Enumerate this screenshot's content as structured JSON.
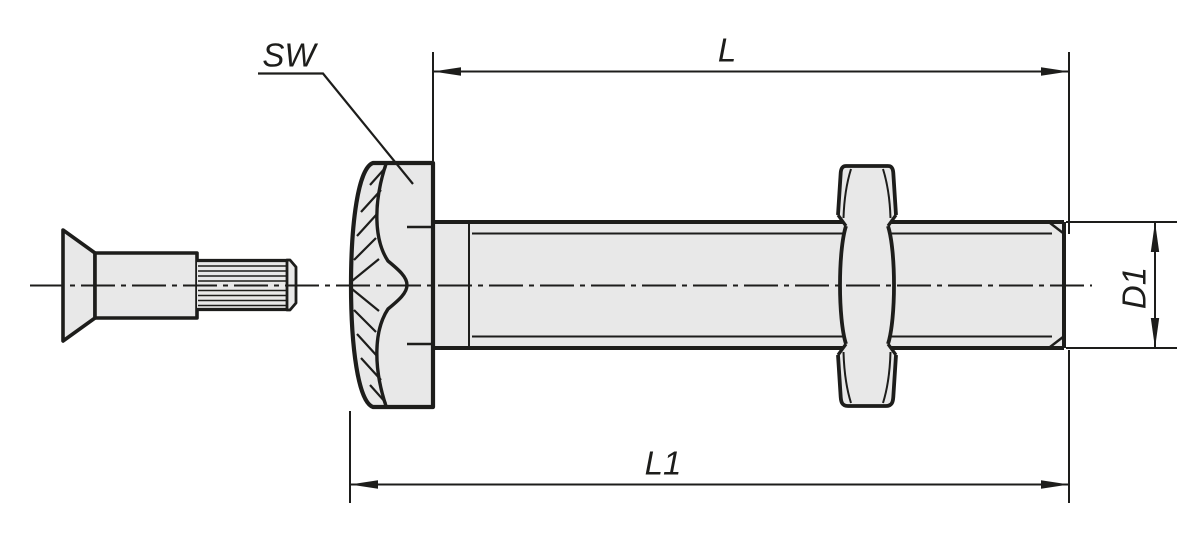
{
  "figure": {
    "colors": {
      "background_color": "#ffffff",
      "line_color": "#1d1d1b",
      "fill_color": "#e8e8e8"
    },
    "labels": {
      "wrench_size": "SW",
      "length": "L",
      "overall_length": "L1",
      "diameter": "D1"
    }
  }
}
